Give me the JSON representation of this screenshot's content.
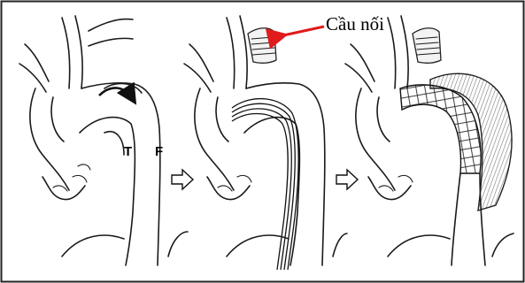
{
  "callout": {
    "text": "Cầu nối",
    "arrow_color": "#e01b1b"
  },
  "panel1": {
    "true_lumen_label": "T",
    "false_lumen_label": "F"
  },
  "colors": {
    "ink": "#1a1a1a",
    "border": "#222222",
    "hatch": "#888888",
    "arrow": "#e01b1b"
  },
  "icons": [
    "flow-arrow-icon",
    "step-arrow-icon",
    "callout-arrow-icon"
  ]
}
